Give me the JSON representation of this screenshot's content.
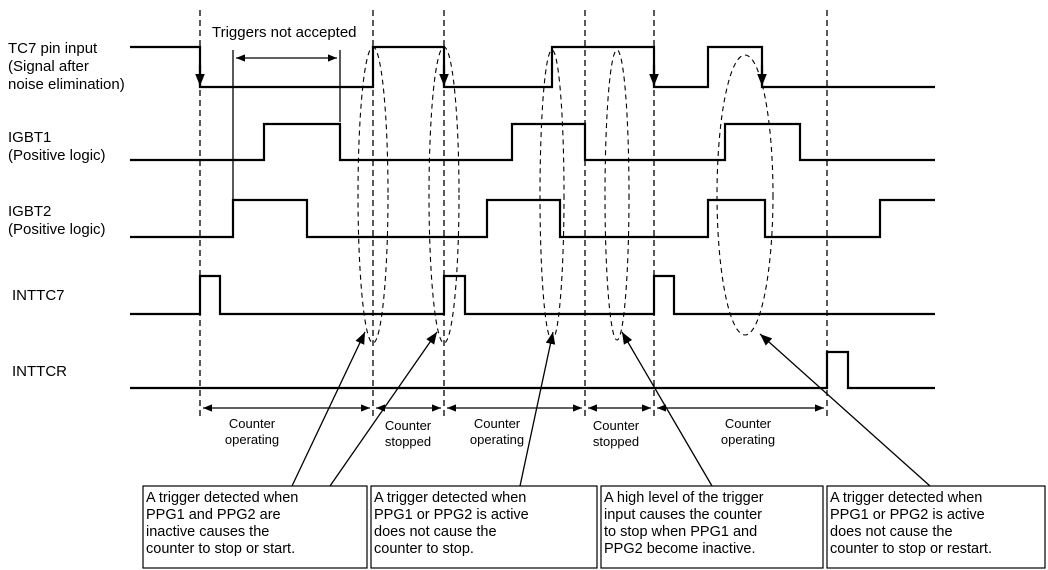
{
  "signals": {
    "tc7": [
      "TC7 pin input",
      "(Signal after",
      "noise elimination)"
    ],
    "igbt1": [
      "IGBT1",
      "(Positive logic)"
    ],
    "igbt2": [
      "IGBT2",
      "(Positive logic)"
    ],
    "inttc7": "INTTC7",
    "inttcr": "INTTCR"
  },
  "triggers_not_accepted": "Triggers not accepted",
  "phases": [
    [
      "Counter",
      "operating"
    ],
    [
      "Counter",
      "stopped"
    ],
    [
      "Counter",
      "operating"
    ],
    [
      "Counter",
      "stopped"
    ],
    [
      "Counter",
      "operating"
    ]
  ],
  "notes": [
    [
      "A trigger detected when",
      "PPG1 and PPG2 are",
      "inactive causes the",
      "counter to stop or start."
    ],
    [
      "A trigger detected when",
      "PPG1 or PPG2 is active",
      "does not cause the",
      "counter to stop."
    ],
    [
      "A high level of the trigger",
      "input causes the counter",
      "to stop when PPG1 and",
      "PPG2 become inactive."
    ],
    [
      "A trigger detected when",
      "PPG1 or PPG2 is active",
      "does not cause the",
      "counter to stop or restart."
    ]
  ]
}
